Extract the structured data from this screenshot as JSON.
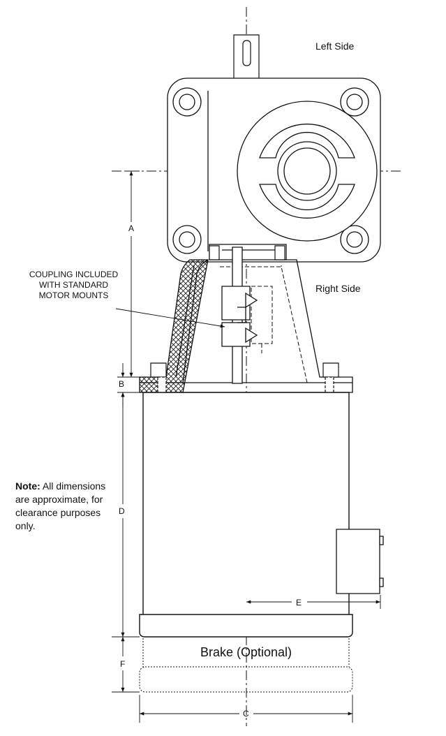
{
  "labels": {
    "left_side": "Left Side",
    "right_side": "Right Side",
    "coupling_line1": "COUPLING INCLUDED",
    "coupling_line2": "WITH STANDARD",
    "coupling_line3": "MOTOR MOUNTS",
    "brake": "Brake (Optional)",
    "note_bold": "Note:",
    "note_rest": " All dimensions are approximate, for clearance purposes only."
  },
  "dimensions": {
    "a": "A",
    "b": "B",
    "c": "C",
    "d": "D",
    "e": "E",
    "f": "F"
  },
  "colors": {
    "line": "#111111",
    "background": "#ffffff"
  }
}
